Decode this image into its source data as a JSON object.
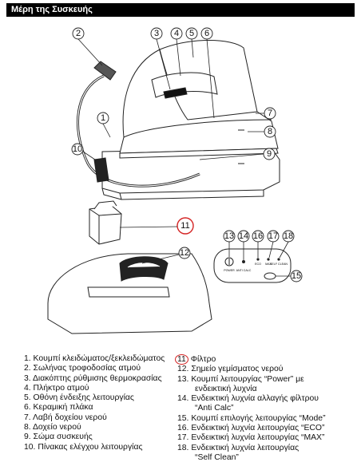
{
  "header": {
    "title": "Μέρη της Συσκευής"
  },
  "diagram": {
    "callouts": [
      "1",
      "2",
      "3",
      "4",
      "5",
      "6",
      "7",
      "8",
      "9",
      "10",
      "11",
      "12",
      "13",
      "14",
      "15",
      "16",
      "17",
      "18"
    ],
    "panel_labels": [
      "POWER",
      "ANTI CALC",
      "ECO",
      "MAX",
      "SELF CLEAN"
    ]
  },
  "legend_left": [
    "1. Κουμπί κλειδώματος/ξεκλειδώματος",
    "2. Σωλήνας τροφοδοσίας ατμού",
    "3. Διακόπτης ρύθμισης θερμοκρασίας",
    "4. Πλήκτρο ατμού",
    "5. Οθόνη ένδειξης λειτουργίας",
    "6. Κεραμική πλάκα",
    "7. Λαβή δοχείου νερού",
    "8. Δοχείο νερού",
    "9. Σώμα συσκευής",
    "10. Πίνακας ελέγχου λειτουργίας"
  ],
  "legend_right": {
    "item11_num": "11",
    "item11_text": "Φίλτρο",
    "item12": "12. Σημείο γεμίσματος νερού",
    "item13": "13. Κουμπί λειτουργίας “Power” με",
    "item13_cont": "ενδεικτική λυχνία",
    "item14": "14. Ενδεικτική λυχνία αλλαγής φίλτρου",
    "item14_cont": "“Anti Calc”",
    "item15": "15. Κουμπί επιλογής λειτουργίας “Mode”",
    "item16": "16. Ενδεικτική λυχνία λειτουργίας “ECO”",
    "item17": "17. Ενδεικτική λυχνία λειτουργίας “MAX”",
    "item18": "18. Ενδεικτική λυχνία λειτουργίας",
    "item18_cont": "“Self Clean”"
  },
  "colors": {
    "highlight": "#d42424",
    "line": "#222222"
  }
}
